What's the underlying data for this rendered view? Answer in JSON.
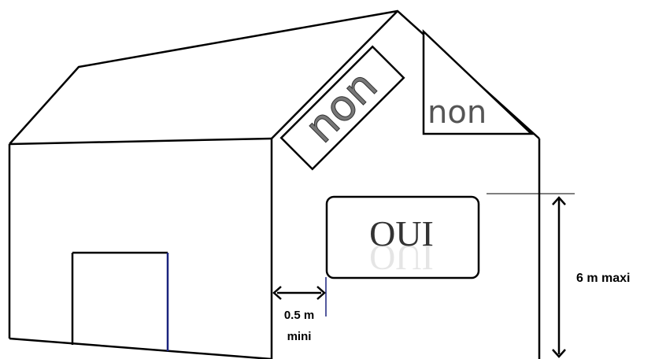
{
  "signs": {
    "roof_left_text": "non",
    "roof_right_text": "non",
    "wall_sign_text": "OUI"
  },
  "dimensions": {
    "side_margin_value": "0.5 m",
    "side_margin_qualifier": "mini",
    "max_height": "6 m maxi"
  },
  "colors": {
    "outline": "#000000",
    "door_edge": "#1a237e",
    "oui_text": "#333333",
    "non_text": "#777777"
  }
}
